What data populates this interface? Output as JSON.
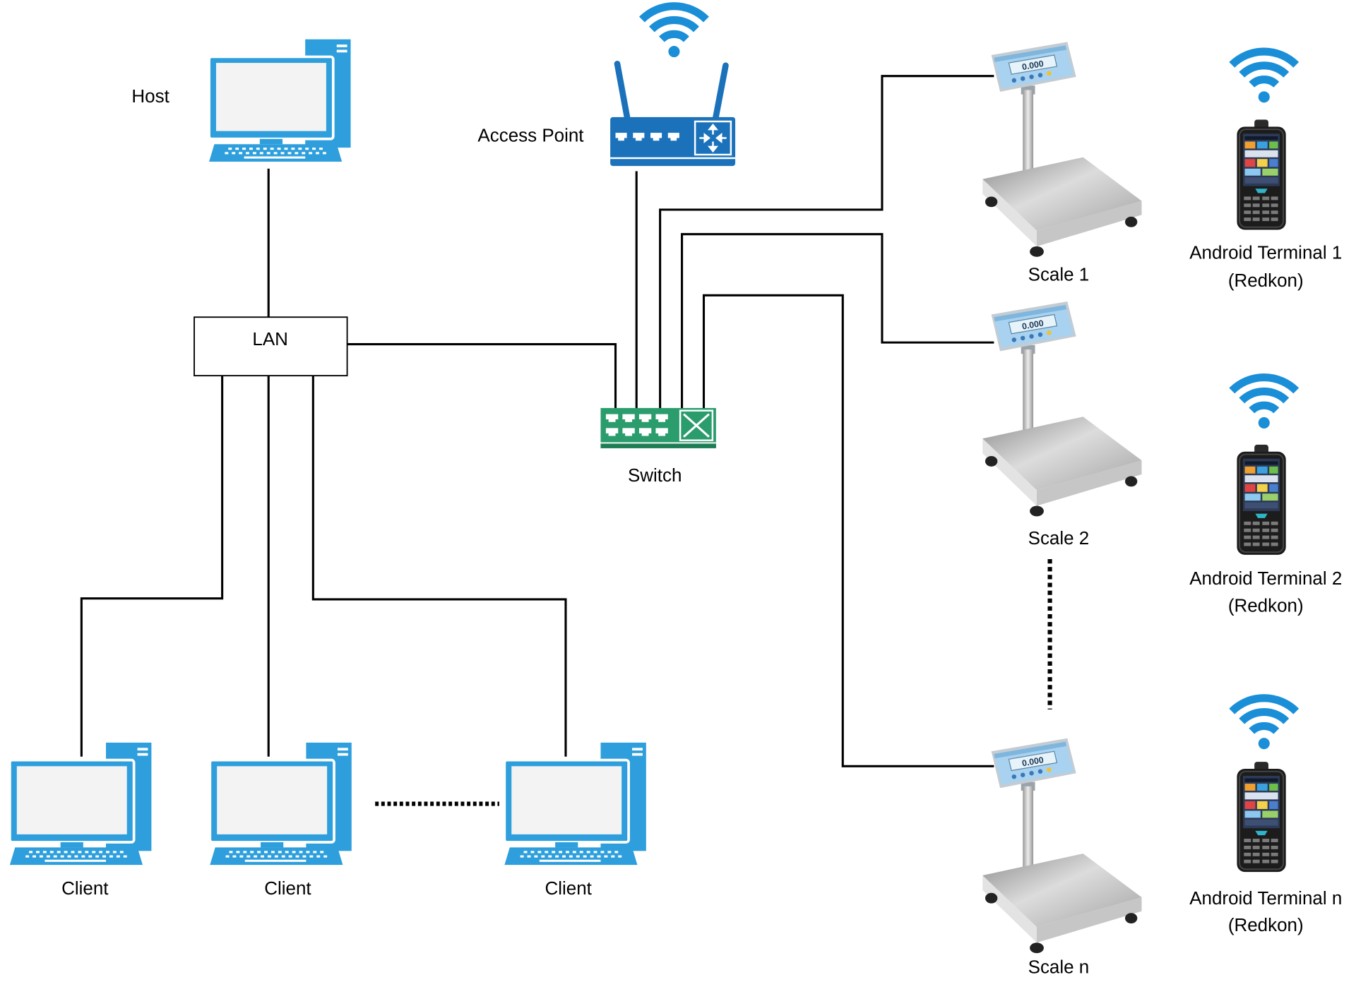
{
  "host": {
    "label": "Host"
  },
  "lan": {
    "label": "LAN"
  },
  "access_point": {
    "label": "Access Point"
  },
  "switch": {
    "label": "Switch"
  },
  "clients": [
    {
      "label": "Client"
    },
    {
      "label": "Client"
    },
    {
      "label": "Client"
    }
  ],
  "scales": [
    {
      "label": "Scale 1",
      "display_reading": "0.000"
    },
    {
      "label": "Scale 2",
      "display_reading": "0.000"
    },
    {
      "label": "Scale n",
      "display_reading": "0.000"
    }
  ],
  "terminals": [
    {
      "name": "Android Terminal 1",
      "model": "(Redkon)"
    },
    {
      "name": "Android Terminal 2",
      "model": "(Redkon)"
    },
    {
      "name": "Android Terminal n",
      "model": "(Redkon)"
    }
  ],
  "icons": {
    "host": "desktop-computer-icon",
    "client": "desktop-computer-icon",
    "access_point": "wireless-router-icon",
    "switch": "network-switch-icon",
    "scale": "weighing-scale-icon",
    "terminal": "android-handheld-terminal-icon",
    "wireless": "wifi-signal-icon"
  },
  "colors": {
    "computer": "#2E9FDC",
    "router": "#1B72BA",
    "switch": "#2B9C6C",
    "wifi": "#1A8FD8",
    "connector": "#000000"
  }
}
